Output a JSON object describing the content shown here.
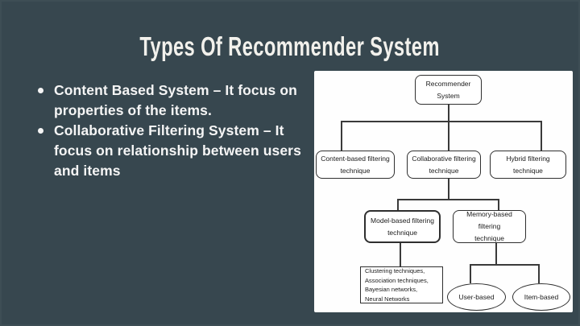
{
  "slide": {
    "title": "Types Of Recommender System",
    "bullets": [
      {
        "lines": [
          "Content Based System – It focus on",
          "properties of the items."
        ]
      },
      {
        "lines": [
          "Collaborative Filtering System – It",
          "focus on relationship between users",
          "and items"
        ]
      }
    ]
  },
  "diagram": {
    "nodes": {
      "root": "Recommender\nSystem",
      "content": "Content-based filtering\ntechnique",
      "collaborative": "Collaborative filtering\ntechnique",
      "hybrid": "Hybrid filtering\ntechnique",
      "model": "Model-based filtering\ntechnique",
      "memory": "Memory-based filtering\ntechnique",
      "model_techniques": "Clustering techniques,\nAssociation techniques,\nBayesian networks,\nNeural Networks",
      "user_based": "User-based",
      "item_based": "Item-based"
    }
  },
  "colors": {
    "background": "#37474F",
    "title_text": "#F2F1EC",
    "body_text": "#F5F5F5",
    "panel_background": "#FEFEFE",
    "diagram_line": "#3A3A3A",
    "diagram_text": "#1B1B1B"
  }
}
